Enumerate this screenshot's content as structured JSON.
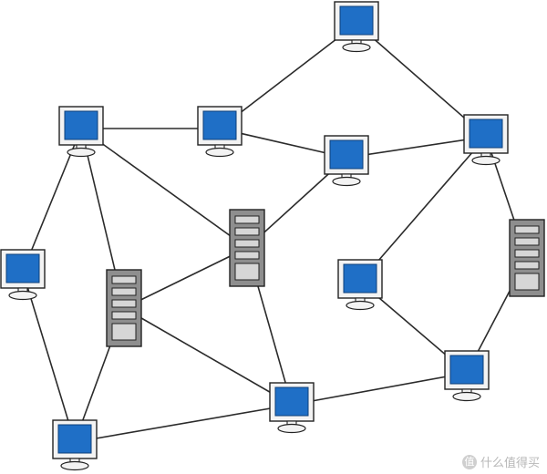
{
  "diagram": {
    "colors": {
      "link": "#2b2b2b",
      "monitor_screen": "#1f6fc6",
      "monitor_frame": "#f3f3f3",
      "outline": "#222222",
      "server_body": "#8e8e8e",
      "server_slot": "#d6d6d6"
    },
    "nodes": [
      {
        "id": "pc-top",
        "kind": "computer",
        "icon": "monitor-icon"
      },
      {
        "id": "pc-upper-left",
        "kind": "computer",
        "icon": "monitor-icon"
      },
      {
        "id": "pc-upper-middle",
        "kind": "computer",
        "icon": "monitor-icon"
      },
      {
        "id": "pc-center",
        "kind": "computer",
        "icon": "monitor-icon"
      },
      {
        "id": "pc-upper-right",
        "kind": "computer",
        "icon": "monitor-icon"
      },
      {
        "id": "pc-left",
        "kind": "computer",
        "icon": "monitor-icon"
      },
      {
        "id": "pc-mid-right",
        "kind": "computer",
        "icon": "monitor-icon"
      },
      {
        "id": "pc-lower-right",
        "kind": "computer",
        "icon": "monitor-icon"
      },
      {
        "id": "pc-bottom-center",
        "kind": "computer",
        "icon": "monitor-icon"
      },
      {
        "id": "pc-bottom-left",
        "kind": "computer",
        "icon": "monitor-icon"
      },
      {
        "id": "server-center",
        "kind": "server",
        "icon": "server-tower-icon"
      },
      {
        "id": "server-left",
        "kind": "server",
        "icon": "server-tower-icon"
      },
      {
        "id": "server-right",
        "kind": "server",
        "icon": "server-tower-icon"
      }
    ],
    "links": [
      [
        "pc-top",
        "pc-upper-middle"
      ],
      [
        "pc-top",
        "pc-upper-right"
      ],
      [
        "pc-upper-left",
        "pc-upper-middle"
      ],
      [
        "pc-upper-left",
        "server-center"
      ],
      [
        "pc-upper-left",
        "server-left"
      ],
      [
        "pc-upper-left",
        "pc-left"
      ],
      [
        "pc-upper-middle",
        "pc-center"
      ],
      [
        "pc-center",
        "pc-upper-right"
      ],
      [
        "pc-center",
        "server-center"
      ],
      [
        "pc-upper-right",
        "pc-mid-right"
      ],
      [
        "pc-upper-right",
        "server-right"
      ],
      [
        "server-right",
        "pc-lower-right"
      ],
      [
        "pc-mid-right",
        "pc-lower-right"
      ],
      [
        "pc-lower-right",
        "pc-bottom-center"
      ],
      [
        "server-center",
        "pc-bottom-center"
      ],
      [
        "server-center",
        "server-left"
      ],
      [
        "server-left",
        "pc-bottom-center"
      ],
      [
        "server-left",
        "pc-bottom-left"
      ],
      [
        "pc-left",
        "pc-bottom-left"
      ],
      [
        "pc-bottom-left",
        "pc-bottom-center"
      ]
    ]
  },
  "watermark": {
    "badge": "值",
    "text": "什么值得买",
    "icon": "watermark-logo-icon"
  }
}
